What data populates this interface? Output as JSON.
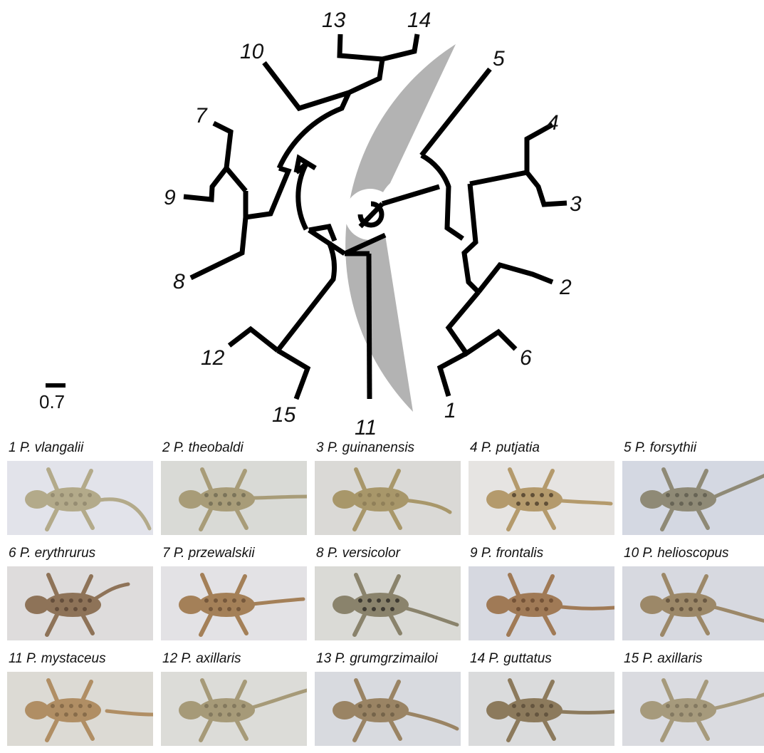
{
  "tree": {
    "tips": [
      "1",
      "2",
      "3",
      "4",
      "5",
      "6",
      "7",
      "8",
      "9",
      "10",
      "11",
      "12",
      "13",
      "14",
      "15"
    ],
    "clade_highlight_color": "#b3b3b3",
    "scale_label": "0.7"
  },
  "species": [
    {
      "caption": "1 P. vlangalii",
      "bg": "#e2e3ea",
      "body": "#b3aa8a",
      "pattern": "#8e866c"
    },
    {
      "caption": "2 P. theobaldi",
      "bg": "#d9dad6",
      "body": "#a89c78",
      "pattern": "#6f6a52"
    },
    {
      "caption": "3 P. guinanensis",
      "bg": "#dad9d6",
      "body": "#a8976a",
      "pattern": "#8a7b55"
    },
    {
      "caption": "4 P. putjatia",
      "bg": "#e6e4e2",
      "body": "#b49a6c",
      "pattern": "#4b3c2a"
    },
    {
      "caption": "5 P. forsythii",
      "bg": "#d4d8e2",
      "body": "#8f8a76",
      "pattern": "#5c5a4e"
    },
    {
      "caption": "6 P. erythrurus",
      "bg": "#dedcdc",
      "body": "#8e7358",
      "pattern": "#5b4535"
    },
    {
      "caption": "7 P. przewalskii",
      "bg": "#e3e2e5",
      "body": "#a48058",
      "pattern": "#6a4e35"
    },
    {
      "caption": "8 P. versicolor",
      "bg": "#dadad6",
      "body": "#8a836c",
      "pattern": "#2a2824"
    },
    {
      "caption": "9 P. frontalis",
      "bg": "#d6d8e0",
      "body": "#a07a56",
      "pattern": "#6a4a30"
    },
    {
      "caption": "10 P. helioscopus",
      "bg": "#d7d9e0",
      "body": "#9c8868",
      "pattern": "#5e4e3a"
    },
    {
      "caption": "11 P. mystaceus",
      "bg": "#dcdad4",
      "body": "#b08e64",
      "pattern": "#7e6444"
    },
    {
      "caption": "12 P. axillaris",
      "bg": "#dcdcd8",
      "body": "#a69a78",
      "pattern": "#7a7058"
    },
    {
      "caption": "13 P. grumgrzimailoi",
      "bg": "#d8dadf",
      "body": "#9a8464",
      "pattern": "#6c5c44"
    },
    {
      "caption": "14 P. guttatus",
      "bg": "#dadbdc",
      "body": "#8c7a5c",
      "pattern": "#5a4c38"
    },
    {
      "caption": "15 P. axillaris",
      "bg": "#dadbe0",
      "body": "#a69a7c",
      "pattern": "#7a705a"
    }
  ]
}
